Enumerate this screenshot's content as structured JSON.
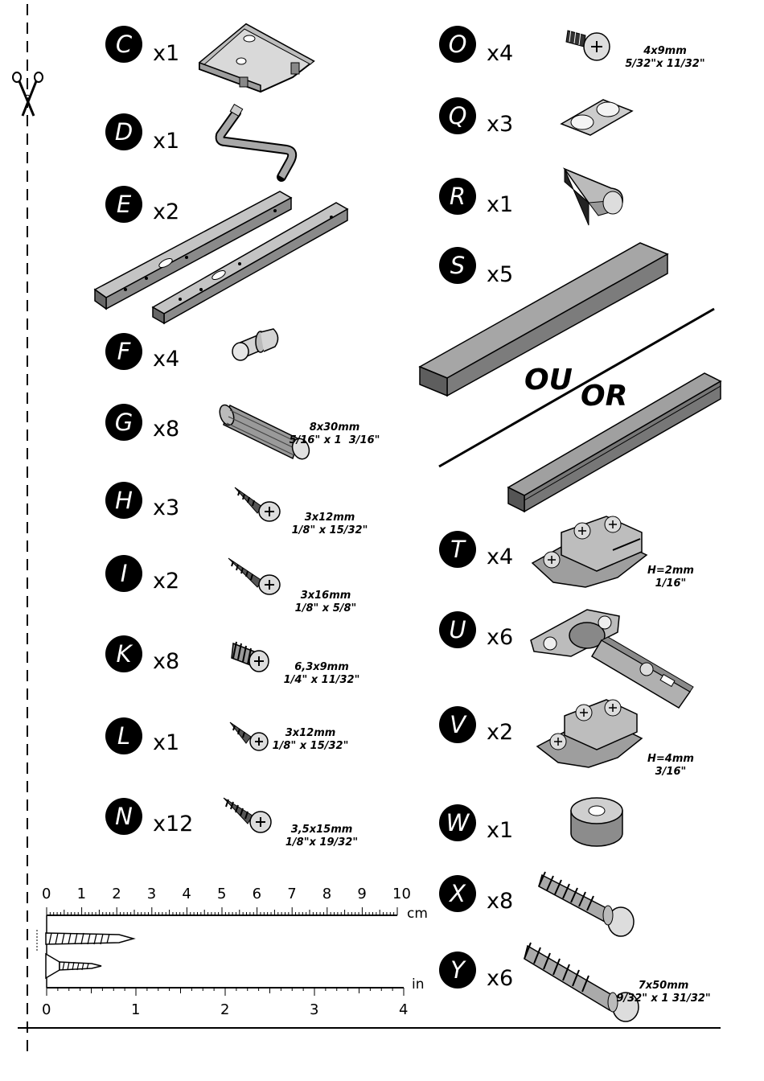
{
  "parts_left": [
    {
      "letter": "C",
      "qty": "x1",
      "icon": "corner-bracket-icon"
    },
    {
      "letter": "D",
      "qty": "x1",
      "icon": "crank-key-icon"
    },
    {
      "letter": "E",
      "qty": "x2",
      "icon": "rail-bar-icon"
    },
    {
      "letter": "F",
      "qty": "x4",
      "icon": "shelf-pin-icon"
    },
    {
      "letter": "G",
      "qty": "x8",
      "icon": "wood-dowel-icon",
      "spec": [
        "8x30mm",
        "5/16\" x 1  3/16\""
      ]
    },
    {
      "letter": "H",
      "qty": "x3",
      "icon": "screw-icon",
      "spec": [
        "3x12mm",
        "1/8\" x 15/32\""
      ]
    },
    {
      "letter": "I",
      "qty": "x2",
      "icon": "screw-icon",
      "spec": [
        "3x16mm",
        "1/8\" x 5/8\""
      ]
    },
    {
      "letter": "K",
      "qty": "x8",
      "icon": "euro-screw-icon",
      "spec": [
        "6,3x9mm",
        "1/4\" x 11/32\""
      ]
    },
    {
      "letter": "L",
      "qty": "x1",
      "icon": "screw-icon",
      "spec": [
        "3x12mm",
        "1/8\" x 15/32\""
      ]
    },
    {
      "letter": "N",
      "qty": "x12",
      "icon": "screw-icon",
      "spec": [
        "3,5x15mm",
        "1/8\"x 19/32\""
      ]
    }
  ],
  "parts_right": [
    {
      "letter": "O",
      "qty": "x4",
      "icon": "bolt-icon",
      "spec": [
        "4x9mm",
        "5/32\"x 11/32\""
      ]
    },
    {
      "letter": "Q",
      "qty": "x3",
      "icon": "bumper-pads-icon"
    },
    {
      "letter": "R",
      "qty": "x1",
      "icon": "door-stop-icon"
    },
    {
      "letter": "S",
      "qty": "x5",
      "icon": "profile-bar-icon"
    },
    {
      "letter": "T",
      "qty": "x4",
      "icon": "hinge-plate-icon",
      "spec": [
        "H=2mm",
        "1/16\""
      ]
    },
    {
      "letter": "U",
      "qty": "x6",
      "icon": "hinge-icon"
    },
    {
      "letter": "V",
      "qty": "x2",
      "icon": "hinge-plate-icon",
      "spec": [
        "H=4mm",
        "3/16\""
      ]
    },
    {
      "letter": "W",
      "qty": "x1",
      "icon": "spacer-ring-icon"
    },
    {
      "letter": "X",
      "qty": "x8",
      "icon": "wall-plug-icon"
    },
    {
      "letter": "Y",
      "qty": "x6",
      "icon": "wall-plug-icon",
      "spec": [
        "7x50mm",
        "9/32\" x 1 31/32\""
      ]
    }
  ],
  "alternative": {
    "french": "OU",
    "english": "OR"
  },
  "ruler": {
    "cm_ticks": [
      "0",
      "1",
      "2",
      "3",
      "4",
      "5",
      "6",
      "7",
      "8",
      "9",
      "10"
    ],
    "cm_unit": "cm",
    "in_ticks": [
      "0",
      "1",
      "2",
      "3",
      "4"
    ],
    "in_unit": "in"
  },
  "cut_line_icon": "scissors-icon"
}
